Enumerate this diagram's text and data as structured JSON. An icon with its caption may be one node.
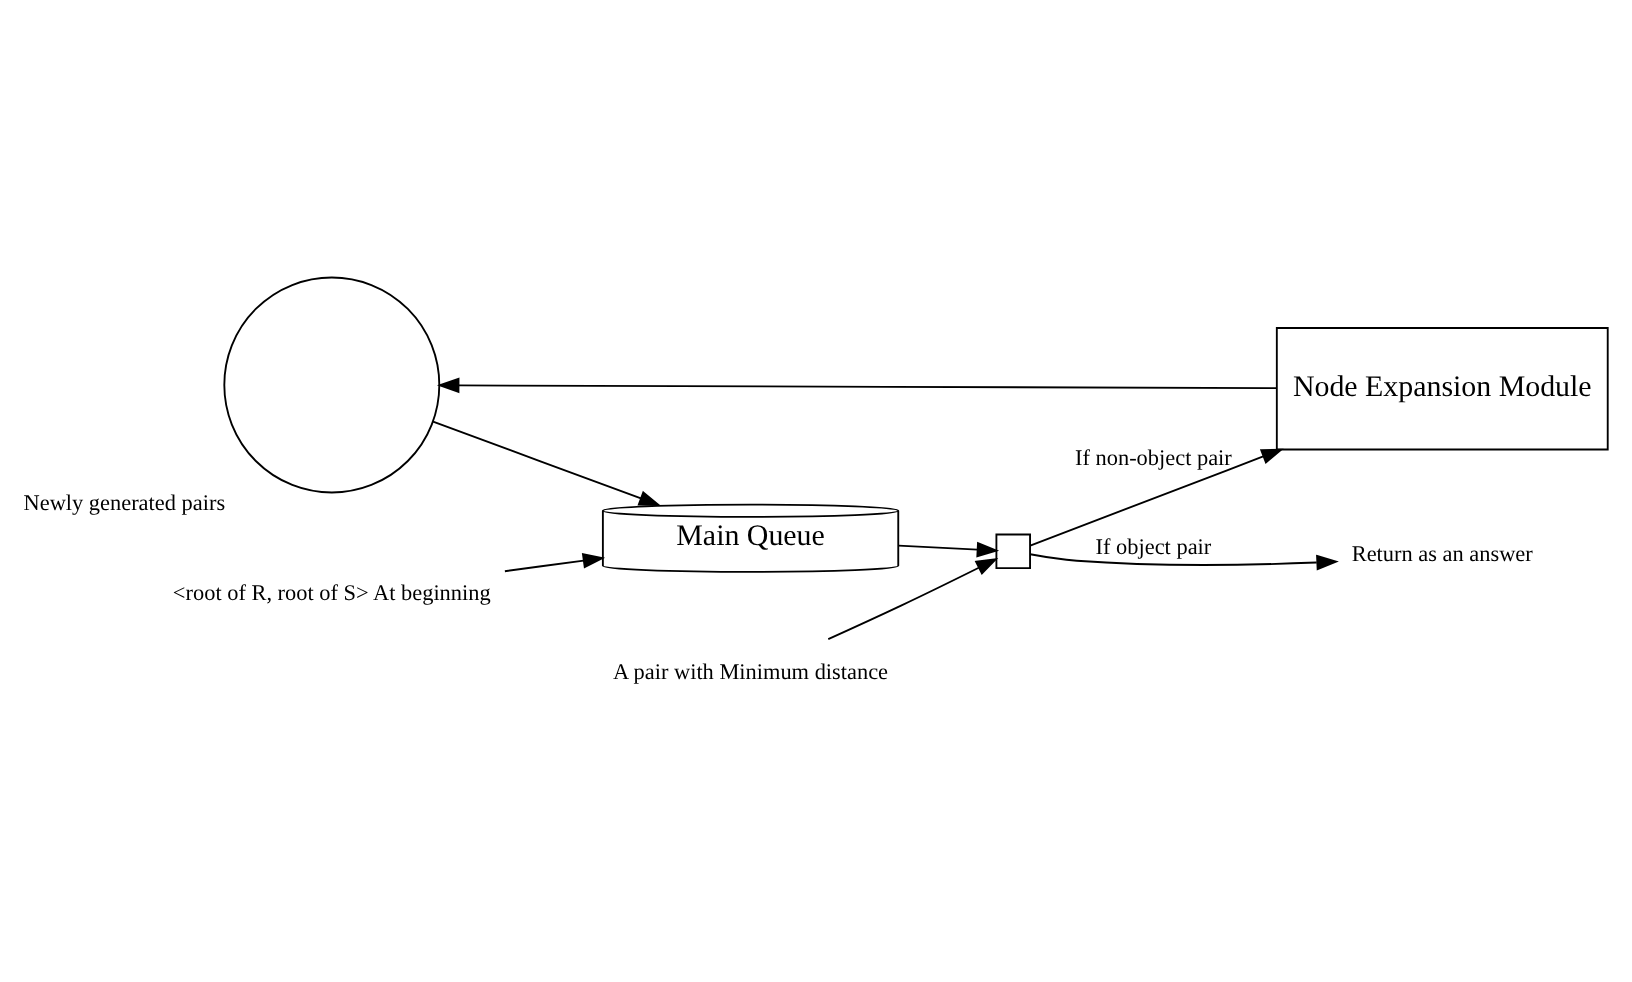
{
  "diagram": {
    "nodes": [
      {
        "text": [
          "Newly generated pairs"
        ]
      },
      {
        "text": [
          "Node Expansion Module"
        ]
      },
      {
        "text": [
          "<root of R, root of S> At beginning"
        ]
      },
      {
        "text": [
          "Main Queue"
        ]
      },
      {
        "text": [],
        "shape": "box"
      },
      {
        "text": [
          "A pair with Minimum distance"
        ]
      },
      {
        "text": [
          "Return as an answer"
        ]
      }
    ],
    "edges": [
      {
        "from": 0,
        "to": 3,
        "arrow": "to"
      },
      {
        "from": 2,
        "to": 3,
        "arrow": "to"
      },
      {
        "from": 3,
        "to": 4,
        "arrow": "to"
      },
      {
        "from": 5,
        "to": 4,
        "arrow": "to"
      },
      {
        "from": 4,
        "to": 1,
        "arrow": "to",
        "label": "If non-object pair"
      },
      {
        "from": 1,
        "to": 0,
        "arrow": "to"
      },
      {
        "from": 4,
        "to": 6,
        "arrow": "to",
        "label": "If object pair"
      }
    ]
  }
}
